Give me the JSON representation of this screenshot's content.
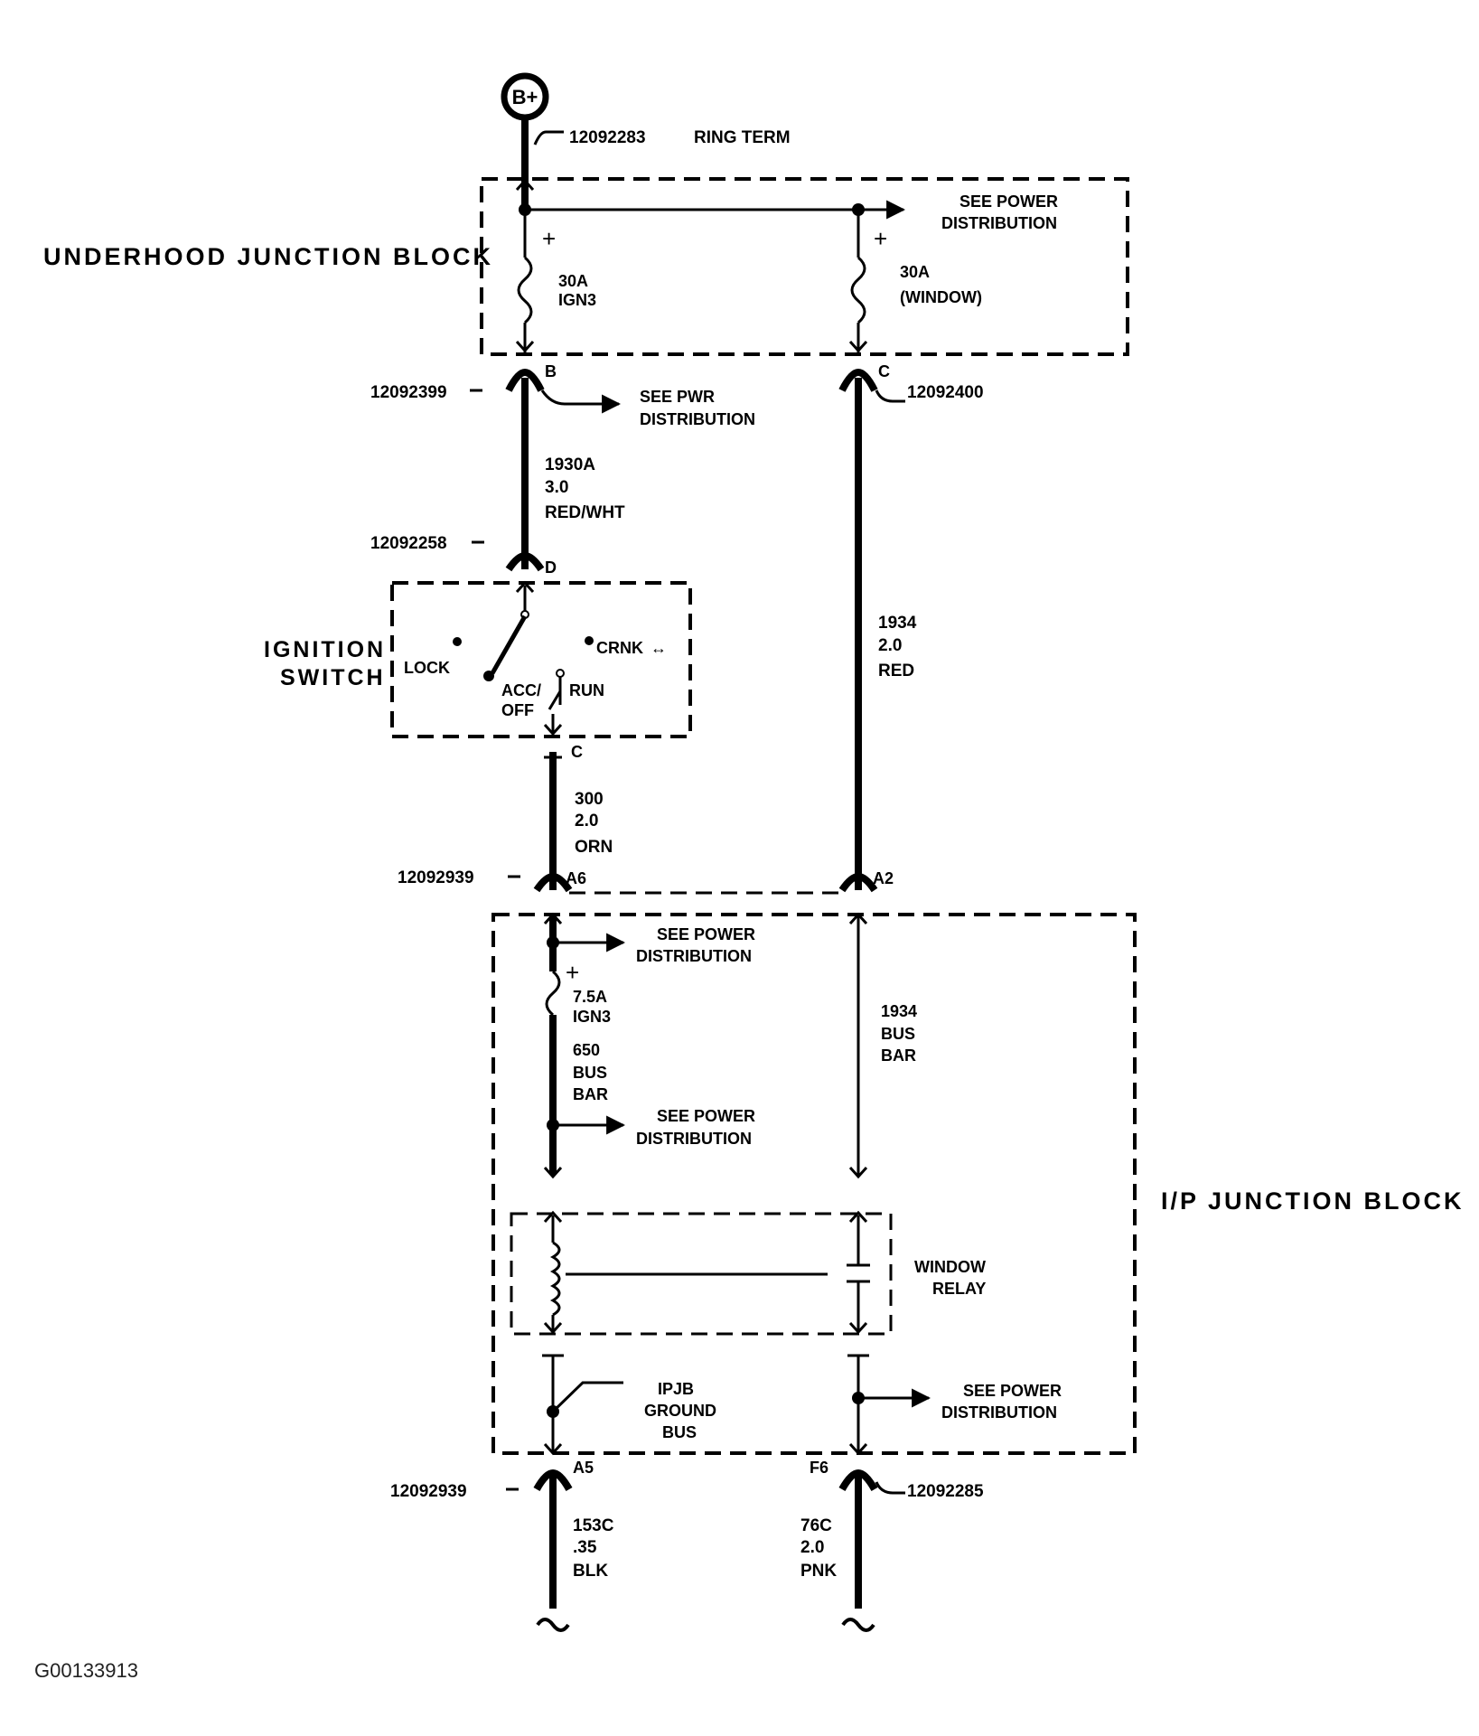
{
  "battery": {
    "symbol": "B+",
    "terminal_part": "12092283",
    "terminal_type": "RING TERM"
  },
  "underhood": {
    "title": "UNDERHOOD JUNCTION BLOCK",
    "fuse1": {
      "rating": "30A",
      "name": "IGN3"
    },
    "fuse2": {
      "rating": "30A",
      "name": "(WINDOW)"
    },
    "see_power_line1": "SEE POWER",
    "see_power_line2": "DISTRIBUTION",
    "pin_b": "B",
    "pin_c": "C"
  },
  "connectors": {
    "c_12092399": "12092399",
    "c_12092400": "12092400",
    "c_12092258": "12092258",
    "c_12092939_top": "12092939",
    "c_12092939_bot": "12092939",
    "c_12092285": "12092285"
  },
  "see_pwr": {
    "line1": "SEE PWR",
    "line2": "DISTRIBUTION"
  },
  "wires": {
    "w1930": {
      "circuit": "1930A",
      "gauge": "3.0",
      "color": "RED/WHT"
    },
    "w1934": {
      "circuit": "1934",
      "gauge": "2.0",
      "color": "RED"
    },
    "w300": {
      "circuit": "300",
      "gauge": "2.0",
      "color": "ORN"
    },
    "w153": {
      "circuit": "153C",
      "gauge": ".35",
      "color": "BLK"
    },
    "w76": {
      "circuit": "76C",
      "gauge": "2.0",
      "color": "PNK"
    }
  },
  "ignition": {
    "title_line1": "IGNITION",
    "title_line2": "SWITCH",
    "pin_d": "D",
    "pin_c": "C",
    "lock": "LOCK",
    "crnk": "CRNK",
    "acc": "ACC/",
    "off": "OFF",
    "run": "RUN"
  },
  "ip": {
    "title": "I/P JUNCTION BLOCK",
    "pin_a6": "A6",
    "pin_a2": "A2",
    "pin_a5": "A5",
    "pin_f6": "F6",
    "see1_line1": "SEE POWER",
    "see1_line2": "DISTRIBUTION",
    "fuse": {
      "rating": "7.5A",
      "name": "IGN3"
    },
    "bus650": {
      "line1": "650",
      "line2": "BUS",
      "line3": "BAR"
    },
    "see2_line1": "SEE POWER",
    "see2_line2": "DISTRIBUTION",
    "bus1934": {
      "line1": "1934",
      "line2": "BUS",
      "line3": "BAR"
    },
    "relay_line1": "WINDOW",
    "relay_line2": "RELAY",
    "ground_line1": "IPJB",
    "ground_line2": "GROUND",
    "ground_line3": "BUS",
    "see3_line1": "SEE POWER",
    "see3_line2": "DISTRIBUTION"
  },
  "figure_id": "G00133913"
}
